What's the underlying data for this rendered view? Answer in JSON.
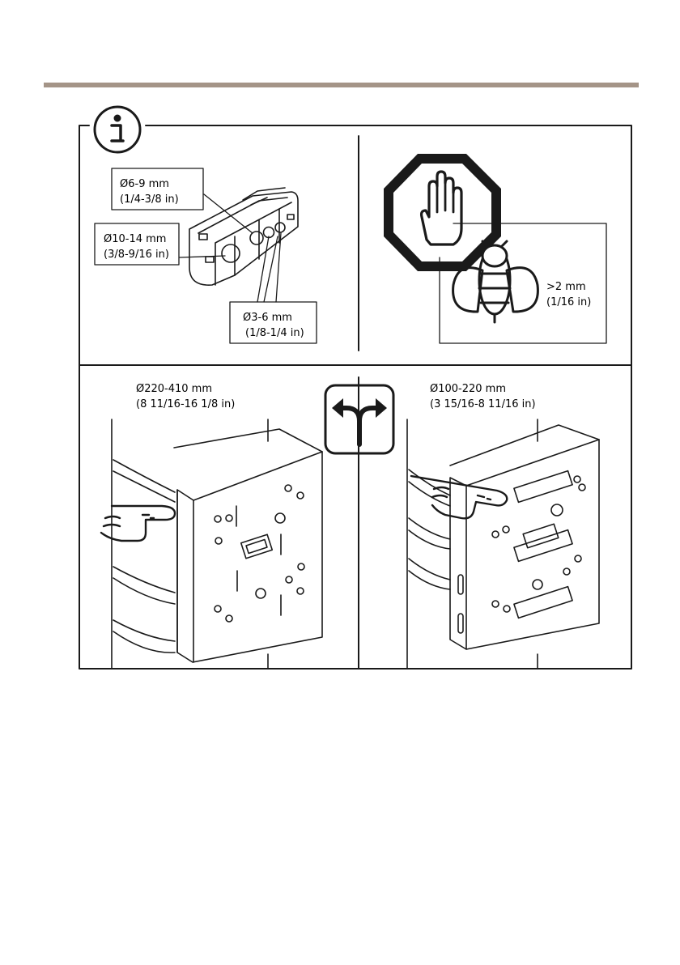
{
  "colors": {
    "header_rule": "#a49487",
    "line": "#1a1a1a"
  },
  "icons": {
    "info": "info-icon",
    "stop": "stop-hand-icon",
    "insect": "bee-icon",
    "choice": "split-arrow-icon",
    "pointing_hand": "pointing-hand-icon"
  },
  "panel_cable_gasket": {
    "small_hole": {
      "metric": "Ø6-9 mm",
      "imperial": "(1/4-3/8 in)"
    },
    "large_hole": {
      "metric": "Ø10-14 mm",
      "imperial": "(3/8-9/16 in)"
    },
    "tiny_hole": {
      "metric": "Ø3-6 mm",
      "imperial": "(1/8-1/4 in)"
    }
  },
  "panel_insects": {
    "gap_metric": ">2 mm",
    "gap_imperial": "(1/16 in)"
  },
  "panel_pole_large": {
    "metric": "Ø220-410 mm",
    "imperial": "(8 11/16-16 1/8 in)"
  },
  "panel_pole_small": {
    "metric": "Ø100-220 mm",
    "imperial": "(3 15/16-8 11/16 in)"
  }
}
